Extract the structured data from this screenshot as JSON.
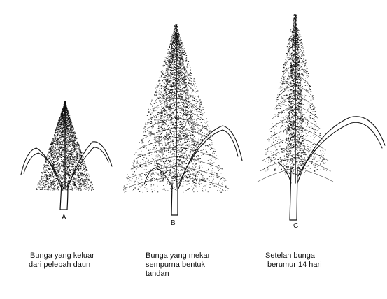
{
  "panels": [
    {
      "letter": "A",
      "caption": [
        "Bunga yang keluar",
        "dari pelepah daun"
      ]
    },
    {
      "letter": "B",
      "caption": [
        "Bunga yang mekar",
        "sempurna bentuk",
        "tandan"
      ]
    },
    {
      "letter": "C",
      "caption": [
        "Setelah bunga",
        "berumur 14 hari"
      ]
    }
  ],
  "colors": {
    "ink": "#111111",
    "background": "#ffffff"
  }
}
